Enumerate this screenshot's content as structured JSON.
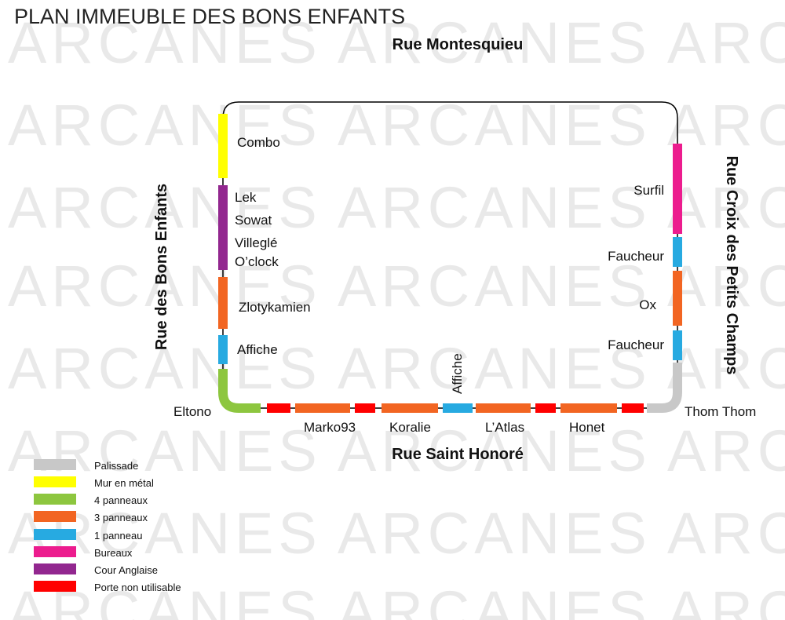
{
  "title": "PLAN IMMEUBLE DES BONS ENFANTS",
  "watermark": "ARCANES",
  "colors": {
    "palissade": "#c8c8c8",
    "metal": "#ffff00",
    "p4": "#8dc63f",
    "p3": "#f26522",
    "p1": "#27aae1",
    "bureaux": "#ec1c8e",
    "cour": "#92278f",
    "porte": "#ff0000",
    "outline": "#000000"
  },
  "streets": {
    "north": "Rue Montesquieu",
    "south": "Rue Saint Honoré",
    "west": "Rue des Bons Enfants",
    "east": "Rue Croix des Petits Champs"
  },
  "artists": {
    "combo": "Combo",
    "lek": "Lek",
    "sowat": "Sowat",
    "villegle": "Villeglé",
    "oclock": "O’clock",
    "zlotykamien": "Zlotykamien",
    "affiche_west": "Affiche",
    "eltono": "Eltono",
    "marko93": "Marko93",
    "koralie": "Koralie",
    "affiche_south": "Affiche",
    "latlas": "L’Atlas",
    "honet": "Honet",
    "thomthom": "Thom Thom",
    "surfil": "Surfil",
    "faucheur_1": "Faucheur",
    "ox": "Ox",
    "faucheur_2": "Faucheur"
  },
  "legend": [
    {
      "key": "palissade",
      "label": "Palissade",
      "color": "#c8c8c8"
    },
    {
      "key": "metal",
      "label": "Mur en métal",
      "color": "#ffff00"
    },
    {
      "key": "p4",
      "label": "4 panneaux",
      "color": "#8dc63f"
    },
    {
      "key": "p3",
      "label": "3 panneaux",
      "color": "#f26522"
    },
    {
      "key": "p1",
      "label": "1 panneau",
      "color": "#27aae1"
    },
    {
      "key": "bureaux",
      "label": "Bureaux",
      "color": "#ec1c8e"
    },
    {
      "key": "cour",
      "label": "Cour Anglaise",
      "color": "#92278f"
    },
    {
      "key": "porte",
      "label": "Porte non utilisable",
      "color": "#ff0000"
    }
  ]
}
